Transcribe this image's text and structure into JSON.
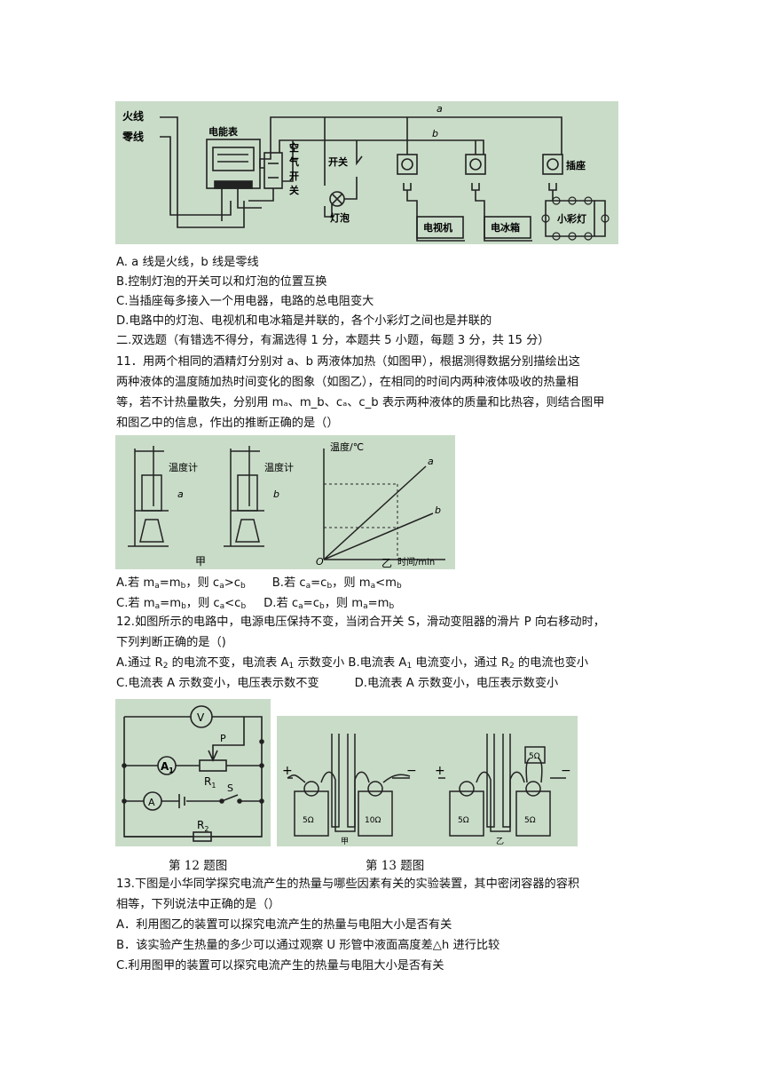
{
  "fig_household": {
    "live_wire": "火线",
    "neutral_wire": "零线",
    "meter": "电能表",
    "air_switch": [
      "空",
      "气",
      "开",
      "关"
    ],
    "switch": "开关",
    "bulb": "灯泡",
    "tv": "电视机",
    "fridge": "电冰箱",
    "socket": "插座",
    "small_lights": "小彩灯",
    "label_a": "a",
    "label_b": "b"
  },
  "q10_options": [
    "A.  a  线是火线，b  线是零线",
    "B.控制灯泡的开关可以和灯泡的位置互换",
    "C.当插座每多接入一个用电器，电路的总电阻变大",
    "D.电路中的灯泡、电视机和电冰箱是并联的，各个小彩灯之间也是并联的"
  ],
  "section2": "二.双选题（有错选不得分，有漏选得 1 分，本题共 5  小题，每题 3 分，共  15  分）",
  "q11": {
    "stem": [
      "11．用两个相同的酒精灯分别对  a、b 两液体加热（如图甲），根据测得数据分别描绘出这",
      "两种液体的温度随加热时间变化的图象（如图乙），在相同的时间内两种液体吸收的热量相",
      "等，若不计热量散失，分别用  mₐ、m_b、cₐ、c_b 表示两种液体的质量和比热容，则结合图甲",
      "和图乙中的信息，作出的推断正确的是（）"
    ],
    "fig": {
      "thermometer": "温度计",
      "label_a": "a",
      "label_b": "b",
      "jia": "甲",
      "yi": "乙",
      "ylabel": "温度/℃",
      "xlabel": "时间/min",
      "origin": "O"
    },
    "opt_a_pre": "A.若  m",
    "opt_a_s1": "a",
    "opt_a_mid": "=m",
    "opt_a_s2": "b",
    "opt_a_mid2": "，则  c",
    "opt_a_s3": "a",
    "opt_a_mid3": ">c",
    "opt_a_s4": "b",
    "opt_b_pre": "B.若  c",
    "opt_b_s1": "a",
    "opt_b_mid": "=c",
    "opt_b_s2": "b",
    "opt_b_mid2": "，则  m",
    "opt_b_s3": "a",
    "opt_b_mid3": "<m",
    "opt_b_s4": "b",
    "opt_c_pre": "C.若  m",
    "opt_c_s1": "a",
    "opt_c_mid": "=m",
    "opt_c_s2": "b",
    "opt_c_mid2": "，则 c",
    "opt_c_s3": "a",
    "opt_c_mid3": "<c",
    "opt_c_s4": "b",
    "opt_d_pre": "D.若  c",
    "opt_d_s1": "a",
    "opt_d_mid": "=c",
    "opt_d_s2": "b",
    "opt_d_mid2": "，则 m",
    "opt_d_s3": "a",
    "opt_d_mid3": "=m",
    "opt_d_s4": "b"
  },
  "q12": {
    "stem": [
      "12.如图所示的电路中，电源电压保持不变，当闭合开关 S，滑动变阻器的滑片 P 向右移动时，",
      "下列判断正确的是（)"
    ],
    "opt_a_pre": "A.通过 R",
    "opt_a_sub": "2",
    "opt_a_post": " 的电流不变，电流表  A",
    "opt_a_sub2": "1",
    "opt_a_post2": " 示数变小",
    "opt_b_pre": " B.电流表  A",
    "opt_b_sub": "1",
    "opt_b_post": " 电流变小，通过 R",
    "opt_b_sub2": "2",
    "opt_b_post2": " 的电流也变小",
    "opt_c": "C.电流表  A  示数变小，电压表示数不变",
    "opt_d": "D.电流表  A 示数变小，电压表示数变小",
    "fig": {
      "voltmeter": "V",
      "ammeter1": "A",
      "ammeter1_sub": "1",
      "ammeter": "A",
      "slider": "P",
      "r1": "R",
      "r1_sub": "1",
      "switch": "S",
      "r2": "R",
      "r2_sub": "2"
    },
    "caption": "第 12 题图"
  },
  "q13": {
    "fig": {
      "plus": "+",
      "minus": "−",
      "r_left": "5Ω",
      "r_right": "10Ω",
      "r_left2": "5Ω",
      "r_right2": "5Ω",
      "r_parallel": "5Ω",
      "jia": "甲",
      "yi": "乙"
    },
    "caption": "第 13 题图",
    "stem": [
      "13.下图是小华同学探究电流产生的热量与哪些因素有关的实验装置，其中密闭容器的容积",
      "相等，下列说法中正确的是（）"
    ],
    "options": [
      "A．利用图乙的装置可以探究电流产生的热量与电阻大小是否有关",
      "B．该实验产生热量的多少可以通过观察 U 形管中液面高度差△h 进行比较",
      "C.利用图甲的装置可以探究电流产生的热量与电阻大小是否有关"
    ]
  },
  "colors": {
    "figure_bg": "#c9dcc8",
    "ink": "#111111"
  }
}
